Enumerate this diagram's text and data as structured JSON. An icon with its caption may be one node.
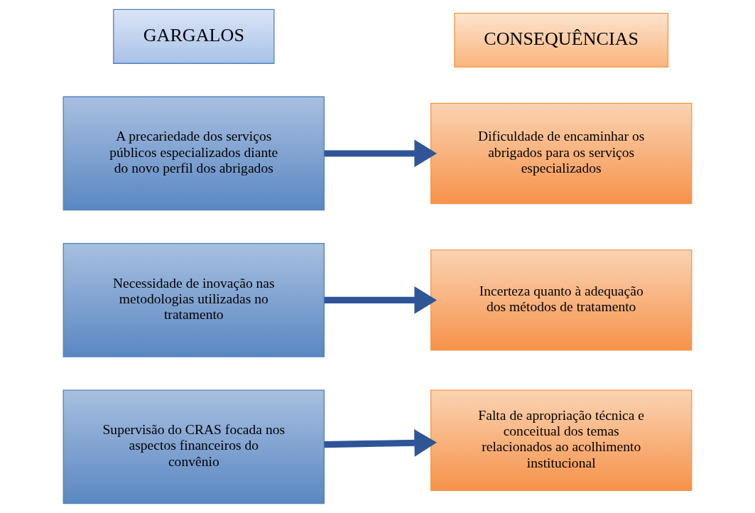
{
  "diagram": {
    "nodes": [
      {
        "text": [
          "GARGALOS"
        ]
      },
      {
        "text": [
          "CONSEQUÊNCIAS"
        ]
      },
      {
        "text": [
          "A precariedade dos serviços públicos especializados diante do novo perfil dos abrigados"
        ]
      },
      {
        "text": [
          "Necessidade de inovação nas metodologias utilizadas no tratamento"
        ]
      },
      {
        "text": [
          "Supervisão do CRAS focada nos aspectos financeiros do convênio"
        ]
      },
      {
        "text": [
          "Dificuldade de encaminhar os abrigados para os serviços especializados"
        ]
      },
      {
        "text": [
          "Incerteza quanto à adequação dos métodos de tratamento"
        ]
      },
      {
        "text": [
          "Falta de apropriação técnica e conceitual dos temas relacionados ao acolhimento institucional"
        ]
      }
    ],
    "edges": [
      {
        "from": 2,
        "to": 5,
        "arrow": "to"
      },
      {
        "from": 3,
        "to": 6,
        "arrow": "to"
      },
      {
        "from": 4,
        "to": 7,
        "arrow": "to"
      }
    ]
  }
}
